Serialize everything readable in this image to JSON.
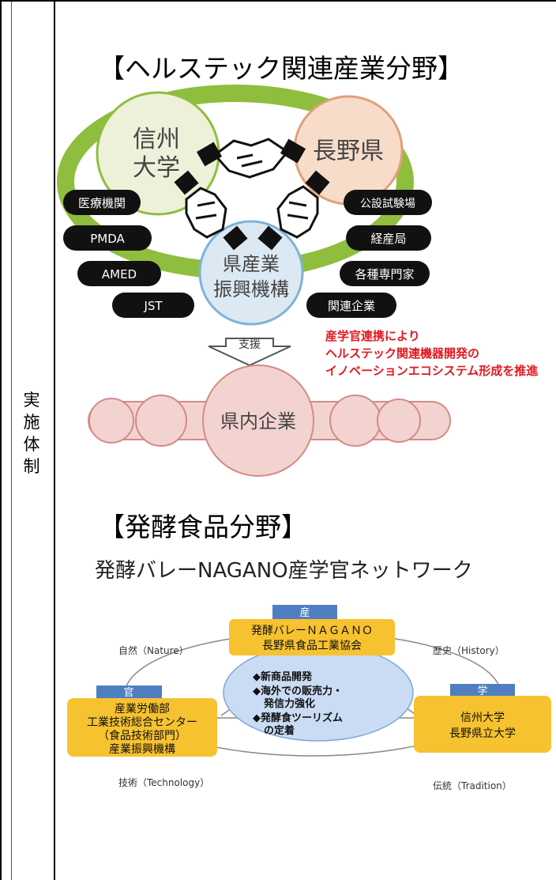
{
  "side_label": [
    "実",
    "施",
    "体",
    "制"
  ],
  "section1": {
    "title": "【ヘルステック関連産業分野】",
    "nodes": {
      "univ_line1": "信州",
      "univ_line2": "大学",
      "pref": "長野県",
      "agency_line1": "県産業",
      "agency_line2": "振興機構",
      "companies": "県内企業"
    },
    "left_pills": [
      "医療機関",
      "PMDA",
      "AMED",
      "JST"
    ],
    "right_pills": [
      "公設試験場",
      "経産局",
      "各種専門家",
      "関連企業"
    ],
    "support_label": "支援",
    "red_lines": [
      "産学官連携により",
      "ヘルステック関連機器開発の",
      "イノベーションエコシステム形成を推進"
    ]
  },
  "section2": {
    "title": "【発酵食品分野】",
    "network_title": "発酵バレーNAGANO産学官ネットワーク",
    "industry": {
      "tag": "産",
      "line1": "発酵バレーＮＡＧＡＮＯ",
      "line2": "長野県食品工業協会"
    },
    "government": {
      "tag": "官",
      "lines": [
        "産業労働部",
        "工業技術総合センター",
        "（食品技術部門）",
        "産業振興機構"
      ]
    },
    "academia": {
      "tag": "学",
      "lines": [
        "信州大学",
        "長野県立大学"
      ]
    },
    "center_lines": [
      "◆新商品開発",
      "◆海外での販売力・",
      "発信力強化",
      "◆発酵食ツーリズム",
      "の定着"
    ],
    "corners": {
      "nature": "自然（Nature）",
      "history": "歴史（History）",
      "technology": "技術（Technology）",
      "tradition": "伝統（Tradition）"
    }
  },
  "colors": {
    "green_ring": "#8fbe3e",
    "univ_fill": "#eef1d9",
    "pref_fill": "#f7dcc9",
    "agency_fill": "#dce9f3",
    "company_fill": "#f3d3cf",
    "pill": "#111111",
    "red_text": "#e0191f",
    "gold_box": "#f7c230",
    "tag_blue": "#4f7fc0"
  }
}
